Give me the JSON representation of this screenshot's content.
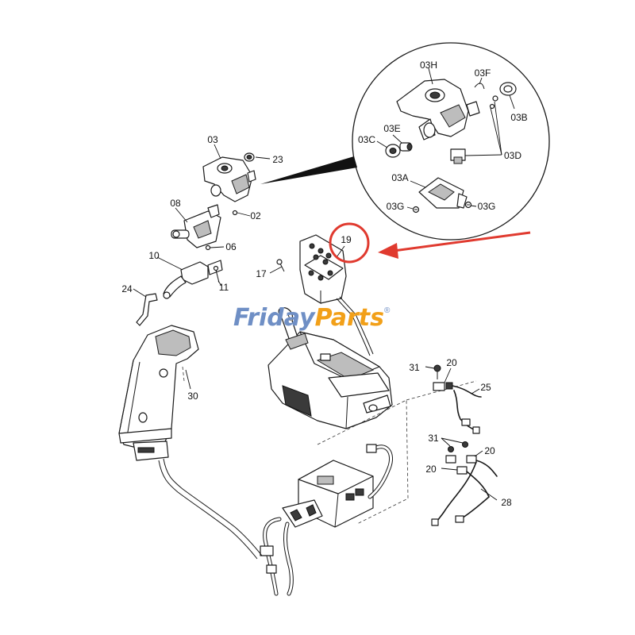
{
  "watermark": {
    "part1": "Friday",
    "part2": "Parts",
    "reg": "®"
  },
  "callouts": {
    "c03": "03",
    "c23": "23",
    "c02": "02",
    "c08": "08",
    "c06": "06",
    "c10": "10",
    "c11": "11",
    "c24": "24",
    "c30": "30",
    "c17": "17",
    "c19": "19",
    "c31a": "31",
    "c20a": "20",
    "c25": "25",
    "c31b": "31",
    "c20b": "20",
    "c20c": "20",
    "c28": "28",
    "c03H": "03H",
    "c03F": "03F",
    "c03B": "03B",
    "c03C": "03C",
    "c03E": "03E",
    "c03D": "03D",
    "c03A": "03A",
    "c03G1": "03G",
    "c03G2": "03G"
  },
  "colors": {
    "highlight": "#e03a2f",
    "brand_blue": "#6f8fc5",
    "brand_orange": "#f2a019"
  }
}
